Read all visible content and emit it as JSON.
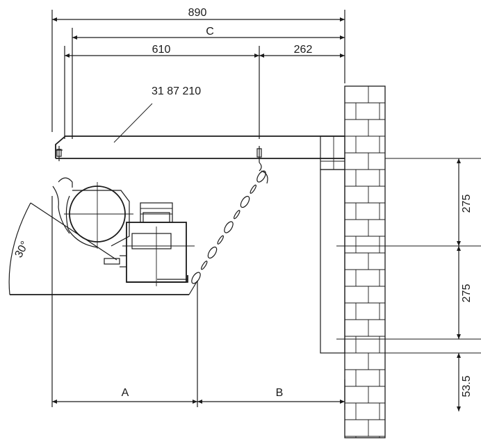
{
  "dimensions": {
    "overall": "890",
    "c": "C",
    "left_span": "610",
    "right_span": "262",
    "a": "A",
    "b": "B",
    "angle": "30°",
    "vertical_upper": "275",
    "vertical_middle": "275",
    "vertical_lower": "53.5"
  },
  "part_number": "31 87 210"
}
